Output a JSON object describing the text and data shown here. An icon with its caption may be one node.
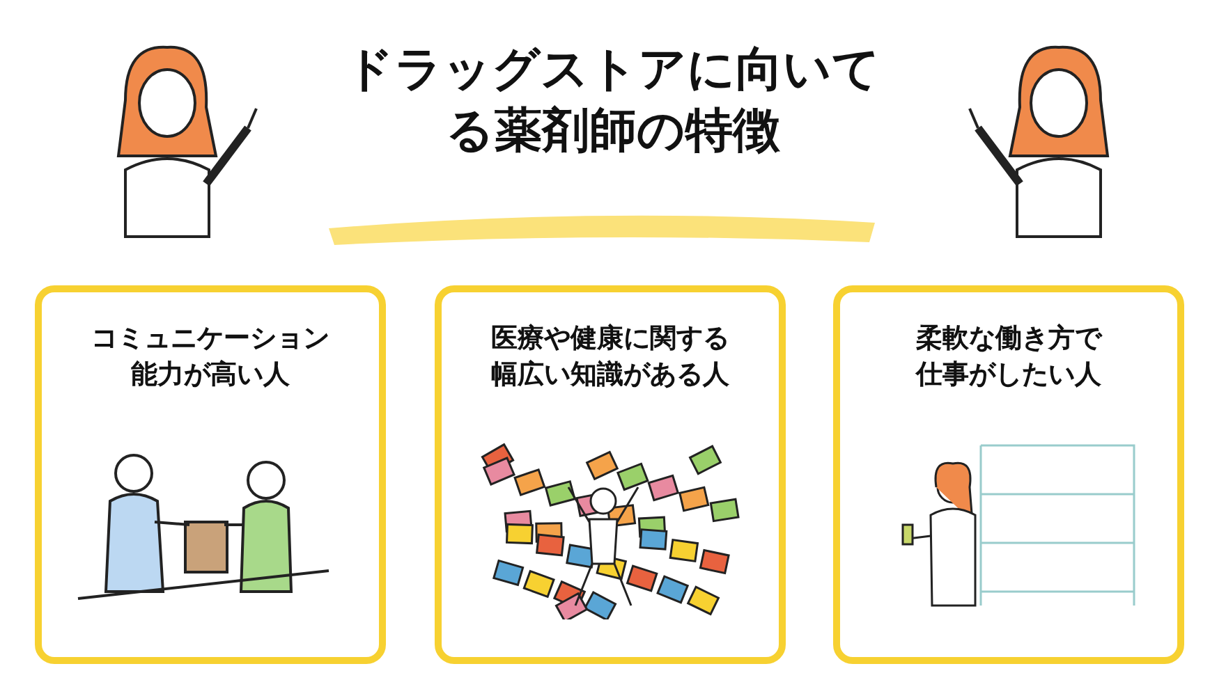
{
  "diagram": {
    "title": "ドラッグストアに向いてる薬剤師の特徴",
    "nodes": [
      {
        "text": [
          "コミュニケーション能力が高い人"
        ]
      },
      {
        "text": [
          "医療や健康に関する幅広い知識がある人"
        ]
      },
      {
        "text": [
          "柔軟な働き方で仕事がしたい人"
        ]
      }
    ]
  }
}
